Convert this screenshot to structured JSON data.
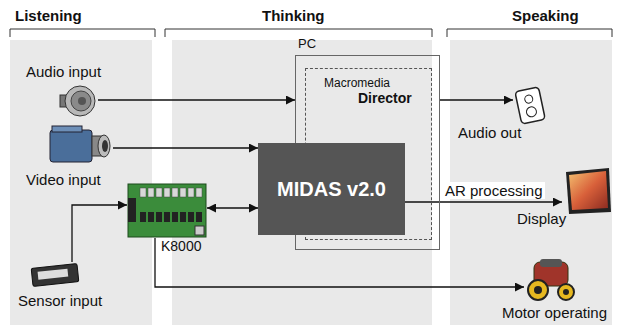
{
  "diagram": {
    "nodes": [
      {
        "text": [
          "Listening"
        ]
      },
      {
        "text": [
          "Audio input"
        ],
        "in": 0
      },
      {
        "text": [
          "Video input"
        ],
        "in": 0
      },
      {
        "text": [
          "K8000"
        ],
        "in": 0
      },
      {
        "text": [
          "Sensor input"
        ],
        "in": 0
      },
      {
        "text": [
          "Thinking"
        ]
      },
      {
        "text": [
          "PC"
        ],
        "in": 5
      },
      {
        "text": [
          "Macromedia",
          "Director"
        ],
        "in": 6
      },
      {
        "text": [
          "MIDAS v2.0"
        ],
        "in": 5
      },
      {
        "text": [
          "Speaking"
        ]
      },
      {
        "text": [
          "Audio out"
        ],
        "in": 9
      },
      {
        "text": [
          "Display"
        ],
        "in": 9
      },
      {
        "text": [
          "Motor operating"
        ],
        "in": 9
      }
    ],
    "edges": [
      {
        "from": 1,
        "to": 6,
        "arrow": "to"
      },
      {
        "from": 2,
        "to": 8,
        "arrow": "to"
      },
      {
        "from": 3,
        "to": 8,
        "arrow": "both"
      },
      {
        "from": 6,
        "to": 10,
        "arrow": "to"
      },
      {
        "from": 8,
        "to": 11,
        "label": "AR processing",
        "arrow": "to"
      },
      {
        "from": 3,
        "to": 12,
        "arrow": "to"
      },
      {
        "from": 4,
        "to": 3,
        "arrow": "to"
      }
    ]
  }
}
